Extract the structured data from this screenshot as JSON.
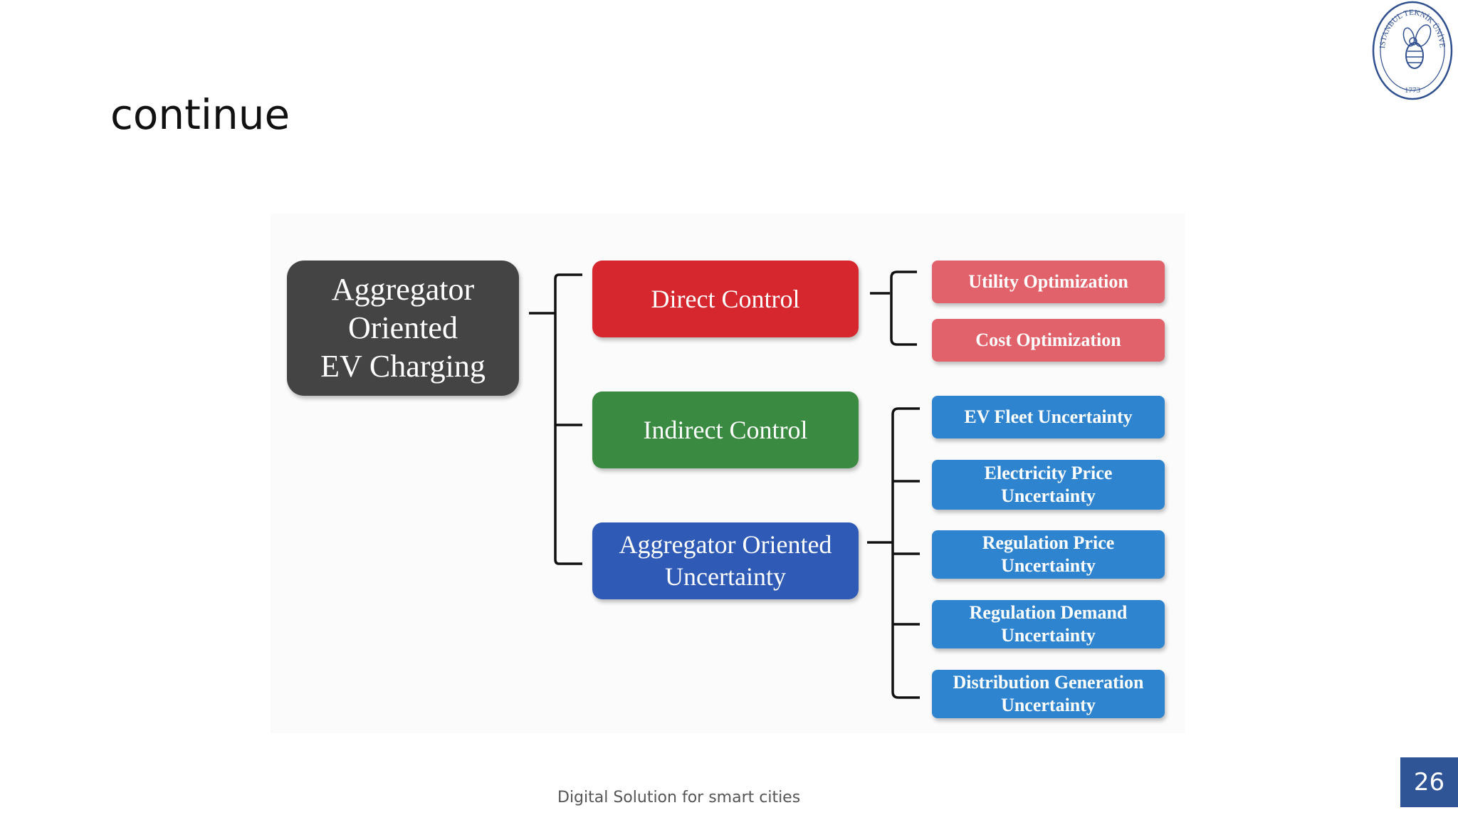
{
  "slide": {
    "title": "continue",
    "footer": "Digital Solution for smart cities",
    "page_number": "26",
    "logo": {
      "ring_text": "ISTANBUL TEKNİK ÜNİVERSİTESİ",
      "year": "1773"
    }
  },
  "diagram": {
    "root": "Aggregator Oriented EV Charging",
    "root_lines": [
      "Aggregator",
      "Oriented",
      "EV Charging"
    ],
    "categories": [
      {
        "label": "Direct Control",
        "color": "#d5272d",
        "children": [
          "Utility Optimization",
          "Cost Optimization"
        ]
      },
      {
        "label": "Indirect Control",
        "color": "#3a8a41",
        "children": []
      },
      {
        "label": "Aggregator Oriented Uncertainty",
        "color": "#2f5ab5",
        "children": [
          "EV Fleet Uncertainty",
          "Electricity Price Uncertainty",
          "Regulation Price Uncertainty",
          "Regulation Demand Uncertainty",
          "Distribution Generation Uncertainty"
        ]
      }
    ],
    "colors": {
      "root": "#444444",
      "direct_children": "#e1626a",
      "uncertainty_children": "#2f84cf",
      "page_badge": "#2f5597"
    }
  }
}
